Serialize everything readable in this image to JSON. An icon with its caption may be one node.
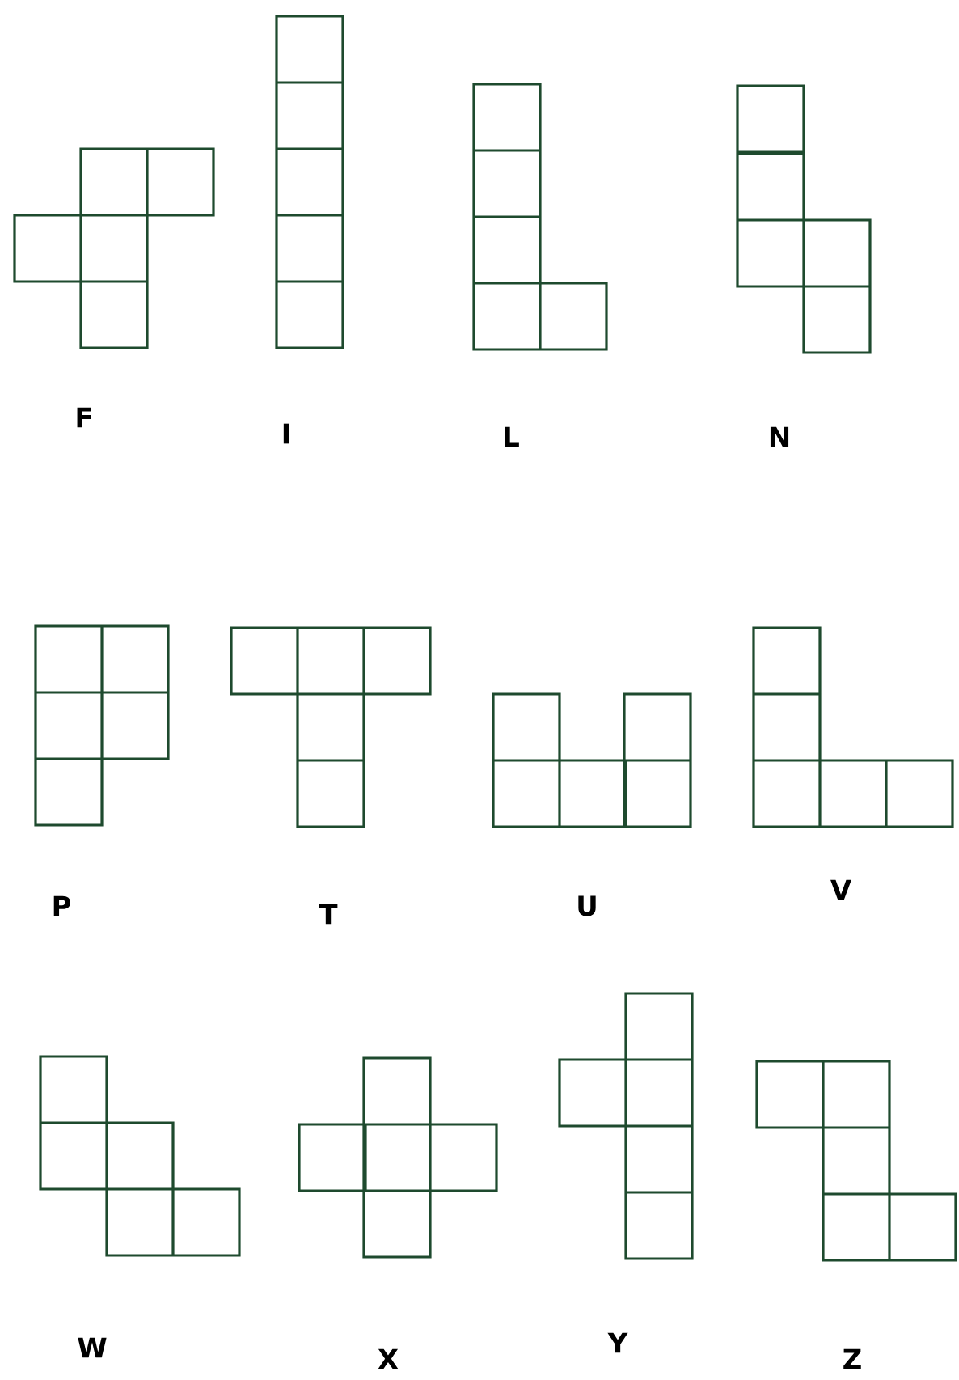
{
  "diagram": {
    "labels": [
      "F",
      "I",
      "L",
      "N",
      "P",
      "T",
      "U",
      "V",
      "W",
      "X",
      "Y",
      "Z"
    ]
  }
}
